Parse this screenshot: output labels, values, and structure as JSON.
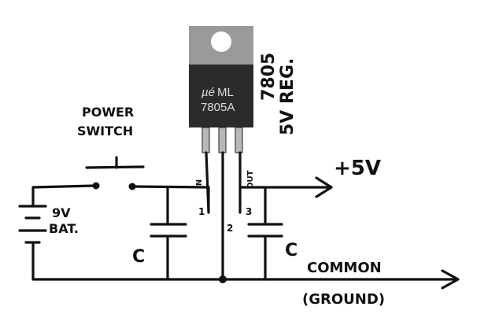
{
  "regulator": {
    "brand": "µé",
    "maker": "ML",
    "part": "7805A",
    "label_line1": "7805",
    "label_line2": "5V REG.",
    "pin_in": "IN",
    "pin_out": "OUT",
    "pin1": "1",
    "pin2": "2",
    "pin3": "3"
  },
  "switch": {
    "line1": "POWER",
    "line2": "SWITCH"
  },
  "battery": {
    "line1": "9V",
    "line2": "BAT."
  },
  "capacitor_in": {
    "label": "C"
  },
  "capacitor_out": {
    "label": "C"
  },
  "output": {
    "label": "+5V"
  },
  "common": {
    "line1": "COMMON",
    "line2": "(GROUND)"
  }
}
